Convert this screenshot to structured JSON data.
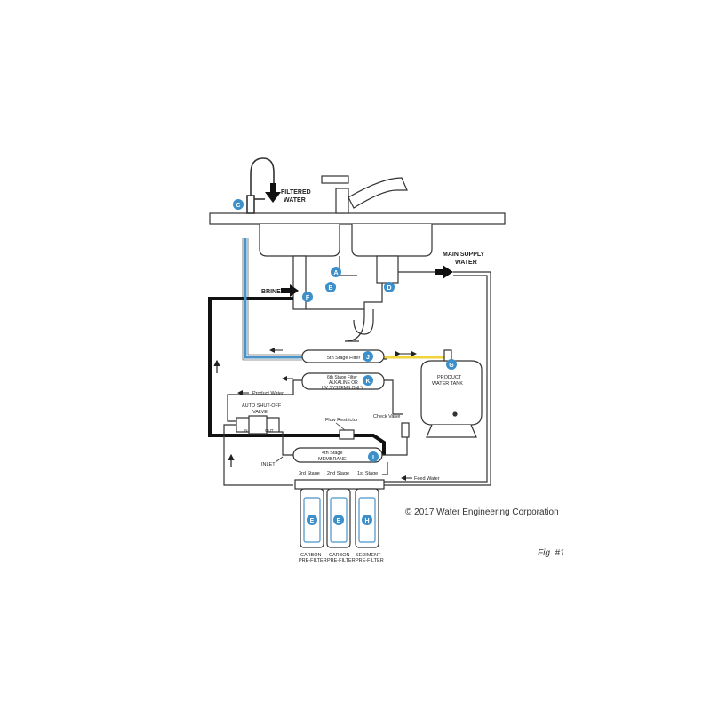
{
  "labels": {
    "filtered_water_1": "FILTERED",
    "filtered_water_2": "WATER",
    "main_supply_1": "MAIN SUPPLY",
    "main_supply_2": "WATER",
    "brine": "BRINE",
    "fifth_stage": "5th Stage Filter",
    "sixth_stage_1": "6th Stage Filter",
    "sixth_stage_2": "ALKALINE OR",
    "sixth_stage_3": "UV SYSTEMS ONLY",
    "product_water": "Product Water",
    "product_tank_1": "PRODUCT",
    "product_tank_2": "WATER TANK",
    "auto_shutoff_1": "AUTO SHUT-OFF",
    "auto_shutoff_2": "VALVE",
    "asv_in": "IN",
    "asv_out": "OUT",
    "flow_restrictor": "Flow Restrictor",
    "check_valve": "Check Valve",
    "inlet": "INLET",
    "fourth_stage_1": "4th Stage",
    "fourth_stage_2": "MEMBRANE",
    "feed_water": "Feed Water",
    "stage_3": "3rd Stage",
    "stage_2": "2nd Stage",
    "stage_1": "1st Stage",
    "carbon_1a": "CARBON",
    "carbon_1b": "PRE-FILTER",
    "carbon_2a": "CARBON",
    "carbon_2b": "PRE-FILTER",
    "sediment_a": "SEDIMENT",
    "sediment_b": "PRE-FILTER",
    "copyright": "© 2017 Water Engineering Corporation",
    "figure": "Fig. #1"
  },
  "badges": {
    "a": "A",
    "b": "B",
    "c": "C",
    "d": "D",
    "e1": "E",
    "e2": "E",
    "f": "F",
    "g": "G",
    "h": "H",
    "i": "I",
    "j": "J",
    "k": "K"
  },
  "colors": {
    "badge_blue": "#3d8fc9",
    "blue_line": "#4a93c8",
    "yellow_line": "#f3d33a",
    "black_line": "#111111",
    "outline": "#333333"
  }
}
